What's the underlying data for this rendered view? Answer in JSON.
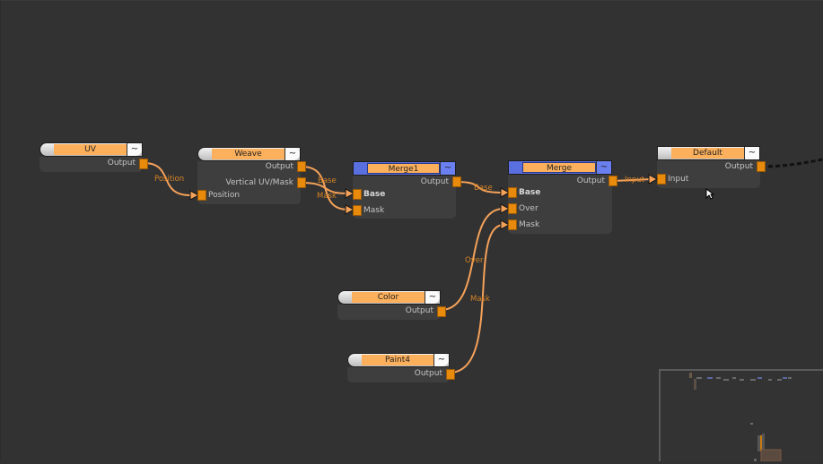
{
  "nodes": {
    "uv": {
      "title": "UV",
      "outputs": [
        "Output"
      ],
      "inputs": []
    },
    "weave": {
      "title": "Weave",
      "outputs": [
        "Output",
        "Vertical UV/Mask"
      ],
      "inputs": [
        "Position"
      ]
    },
    "merge1": {
      "title": "Merge1",
      "outputs": [
        "Output"
      ],
      "inputs": [
        "Base",
        "Mask"
      ]
    },
    "merge": {
      "title": "Merge",
      "outputs": [
        "Output"
      ],
      "inputs": [
        "Base",
        "Over",
        "Mask"
      ]
    },
    "default": {
      "title": "Default",
      "outputs": [
        "Output"
      ],
      "inputs": [
        "Input"
      ]
    },
    "color": {
      "title": "Color",
      "outputs": [
        "Output"
      ],
      "inputs": []
    },
    "paint4": {
      "title": "Paint4",
      "outputs": [
        "Output"
      ],
      "inputs": []
    }
  },
  "header_button": "~",
  "wire_labels": {
    "position": "Position",
    "merge1_base": "Base",
    "merge1_mask": "Mask",
    "merge_base": "Base",
    "merge_over": "Over",
    "merge_mask": "Mask",
    "default_input": "Input"
  },
  "colors": {
    "wire": "#f5a25a",
    "port": "#e88a0c",
    "header_title": "#fcb05c",
    "selected_header": "#5a6fe0",
    "wire_label": "#d68428"
  }
}
